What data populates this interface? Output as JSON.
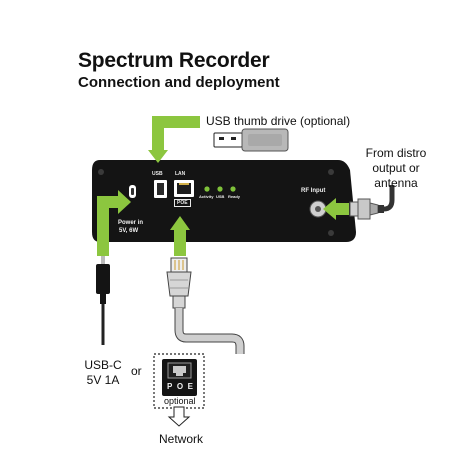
{
  "title": "Spectrum Recorder",
  "subtitle": "Connection and deployment",
  "labels": {
    "usb_drive": "USB thumb drive (optional)",
    "from_distro": [
      "From distro",
      "output or",
      "antenna"
    ],
    "usb_c": [
      "USB-C",
      "5V 1A"
    ],
    "or": "or",
    "network": "Network",
    "optional": "optional"
  },
  "device": {
    "usb": "USB",
    "lan": "LAN",
    "poe": "POE",
    "leds": [
      "Activity",
      "USB",
      "Ready"
    ],
    "rf_input": "RF Input",
    "power_in": [
      "Power in",
      "5V, 6W"
    ]
  },
  "poe_injector": {
    "letters": [
      "P",
      "O",
      "E"
    ]
  },
  "colors": {
    "arrow_green": "#8cc63f",
    "device_body": "#141414",
    "cable_gray": "#cfcfcf",
    "led_green": "#7fc23a"
  }
}
